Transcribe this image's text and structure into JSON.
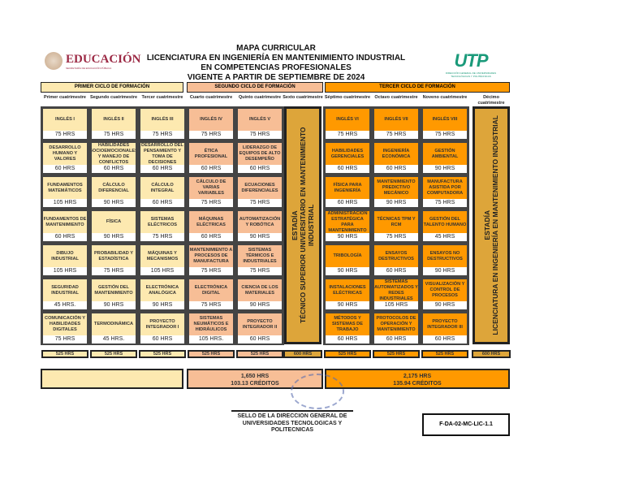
{
  "header": {
    "title_lines": [
      "MAPA CURRICULAR",
      "LICENCIATURA EN INGENIERÍA EN MANTENIMIENTO INDUSTRIAL",
      "EN COMPETENCIAS PROFESIONALES",
      "VIGENTE A PARTIR DE SEPTIEMBRE DE 2024"
    ],
    "left_logo": "EDUCACIÓN",
    "left_logo_sub": "SECRETARÍA DE EDUCACIÓN PÚBLICA",
    "right_logo": "UTP",
    "right_logo_sub": "DIRECCIÓN GENERAL DE UNIVERSIDADES TECNOLÓGICAS Y POLITÉCNICAS"
  },
  "colors": {
    "first": "#fde9b0",
    "second": "#f7be96",
    "third": "#ff9900",
    "stadia": "#dda53a"
  },
  "cycles": [
    {
      "label": "PRIMER CICLO DE FORMACIÓN",
      "color": "#fde9b0"
    },
    {
      "label": "SEGUNDO CICLO DE FORMACIÓN",
      "color": "#f7be96"
    },
    {
      "label": "TERCER CICLO DE FORMACIÓN",
      "color": "#ff9900"
    }
  ],
  "columns": [
    {
      "label": "Primer cuatrimestre",
      "color": "#fde9b0",
      "total": "525 HRS",
      "subjects": [
        [
          "INGLÉS I",
          "75 HRS"
        ],
        [
          "DESARROLLO HUMANO Y VALORES",
          "60 HRS"
        ],
        [
          "FUNDAMENTOS MATEMÁTICOS",
          "105 HRS"
        ],
        [
          "FUNDAMENTOS DE MANTENIMIENTO",
          "60 HRS"
        ],
        [
          "DIBUJO INDUSTRIAL",
          "105 HRS"
        ],
        [
          "SEGURIDAD INDUSTRIAL",
          "45 HRS."
        ],
        [
          "COMUNICACIÓN Y HABILIDADES DIGITALES",
          "75 HRS"
        ]
      ]
    },
    {
      "label": "Segundo cuatrimestre",
      "color": "#fde9b0",
      "total": "525 HRS",
      "subjects": [
        [
          "INGLÉS II",
          "75 HRS"
        ],
        [
          "HABILIDADES SOCIOEMOCIONALES Y MANEJO DE CONFLICTOS",
          "60 HRS"
        ],
        [
          "CÁLCULO DIFERENCIAL",
          "90 HRS"
        ],
        [
          "FÍSICA",
          "90 HRS"
        ],
        [
          "PROBABILIDAD Y ESTADÍSTICA",
          "75 HRS"
        ],
        [
          "GESTIÓN DEL MANTENIMIENTO",
          "90 HRS"
        ],
        [
          "TERMODINÁMICA",
          "45 HRS."
        ]
      ]
    },
    {
      "label": "Tercer cuatrimestre",
      "color": "#fde9b0",
      "total": "525 HRS",
      "subjects": [
        [
          "INGLÉS III",
          "75 HRS"
        ],
        [
          "DESARROLLO DEL PENSAMIENTO Y TOMA DE DECISIONES",
          "60 HRS"
        ],
        [
          "CÁLCULO INTEGRAL",
          "60 HRS"
        ],
        [
          "SISTEMAS ELÉCTRICOS",
          "75 HRS"
        ],
        [
          "MÁQUINAS Y MECANISMOS",
          "105 HRS"
        ],
        [
          "ELECTRÓNICA ANALÓGICA",
          "90 HRS"
        ],
        [
          "PROYECTO INTEGRADOR I",
          "60 HRS"
        ]
      ]
    },
    {
      "label": "Cuarto cuatrimestre",
      "color": "#f7be96",
      "total": "525 HRS",
      "subjects": [
        [
          "INGLÉS IV",
          "75 HRS"
        ],
        [
          "ÉTICA PROFESIONAL",
          "60 HRS"
        ],
        [
          "CÁLCULO DE VARIAS VARIABLES",
          "75 HRS"
        ],
        [
          "MÁQUINAS ELÉCTRICAS",
          "60 HRS"
        ],
        [
          "MANTENIMIENTO A PROCESOS DE MANUFACTURA",
          "75 HRS"
        ],
        [
          "ELECTRÓNICA DIGITAL",
          "75 HRS"
        ],
        [
          "SISTEMAS NEUMÁTICOS E HIDRÁULICOS",
          "105 HRS."
        ]
      ]
    },
    {
      "label": "Quinto cuatrimestre",
      "color": "#f7be96",
      "total": "525 HRS",
      "subjects": [
        [
          "INGLÉS V",
          "75 HRS"
        ],
        [
          "LIDERAZGO DE EQUIPOS DE ALTO DESEMPEÑO",
          "60 HRS"
        ],
        [
          "ECUACIONES DIFERENCIALES",
          "75 HRS"
        ],
        [
          "AUTOMATIZACIÓN Y ROBÓTICA",
          "90 HRS"
        ],
        [
          "SISTEMAS TÉRMICOS E INDUSTRIALES",
          "75 HRS"
        ],
        [
          "CIENCIA DE LOS MATERIALES",
          "90 HRS"
        ],
        [
          "PROYECTO INTEGRADOR II",
          "60 HRS"
        ]
      ]
    },
    {
      "label": "Sexto cuatrimestre",
      "color": "#dda53a",
      "total": "600 HRS",
      "stadia": "ESTADÍA\nTÉCNICO SUPERIOR UNIVERSITARIO EN MANTENIMIENTO INDUSTRIAL"
    },
    {
      "label": "Séptimo cuatrimestre",
      "color": "#ff9900",
      "total": "525 HRS",
      "subjects": [
        [
          "INGLÉS VI",
          "75 HRS"
        ],
        [
          "HABILIDADES GERENCIALES",
          "60 HRS"
        ],
        [
          "FÍSICA PARA INGENIERÍA",
          "60 HRS"
        ],
        [
          "ADMINISTRACIÓN ESTRATÉGICA PARA MANTENIMIENTO",
          "90 HRS"
        ],
        [
          "TRIBOLOGÍA",
          "90 HRS"
        ],
        [
          "INSTALACIONES ELÉCTRICAS",
          "90 HRS"
        ],
        [
          "MÉTODOS Y SISTEMAS DE TRABAJO",
          "60 HRS"
        ]
      ]
    },
    {
      "label": "Octavo cuatrimestre",
      "color": "#ff9900",
      "total": "525 HRS",
      "subjects": [
        [
          "INGLÉS VII",
          "75 HRS"
        ],
        [
          "INGENIERÍA ECONÓMICA",
          "60 HRS"
        ],
        [
          "MANTENIMIENTO PREDICTIVO MECÁNICO",
          "90 HRS"
        ],
        [
          "TÉCNICAS TPM Y RCM",
          "75 HRS"
        ],
        [
          "ENSAYOS DESTRUCTIVOS",
          "60 HRS"
        ],
        [
          "SISTEMAS AUTOMATIZADOS Y REDES INDUSTRIALES",
          "105 HRS"
        ],
        [
          "PROTOCOLOS DE OPERACIÓN Y MANTENIMIENTO",
          "60 HRS"
        ]
      ]
    },
    {
      "label": "Noveno cuatrimestre",
      "color": "#ff9900",
      "total": "525 HRS",
      "subjects": [
        [
          "INGLÉS VIII",
          "75 HRS"
        ],
        [
          "GESTIÓN AMBIENTAL",
          "90 HRS"
        ],
        [
          "MANUFACTURA ASISTIDA POR COMPUTADORA",
          "75 HRS"
        ],
        [
          "GESTIÓN DEL TALENTO HUMANO",
          "45 HRS"
        ],
        [
          "ENSAYOS NO DESTRUCTIVOS",
          "90 HRS"
        ],
        [
          "VISUALIZACIÓN Y CONTROL DE PROCESOS",
          "90 HRS"
        ],
        [
          "PROYECTO INTEGRADOR III",
          "60 HRS"
        ]
      ]
    },
    {
      "label": "Décimo cuatrimestre",
      "color": "#dda53a",
      "total": "600 HRS",
      "stadia": "ESTADÍA\nLICENCIATURA EN INGENIERÍA EN MANTENIMIENTO INDUSTRIAL"
    }
  ],
  "summary": {
    "first": "",
    "second_hrs": "1,650 HRS",
    "second_credits": "103.13 CRÉDITOS",
    "third_hrs": "2,175 HRS",
    "third_credits": "135.94 CRÉDITOS"
  },
  "footer": {
    "seal_label": "SELLO DE LA DIRECCION GENERAL DE UNIVERSIDADES TECNOLOGICAS Y POLITECNICAS",
    "code": "F-DA-02-MC-LIC-1.1"
  }
}
